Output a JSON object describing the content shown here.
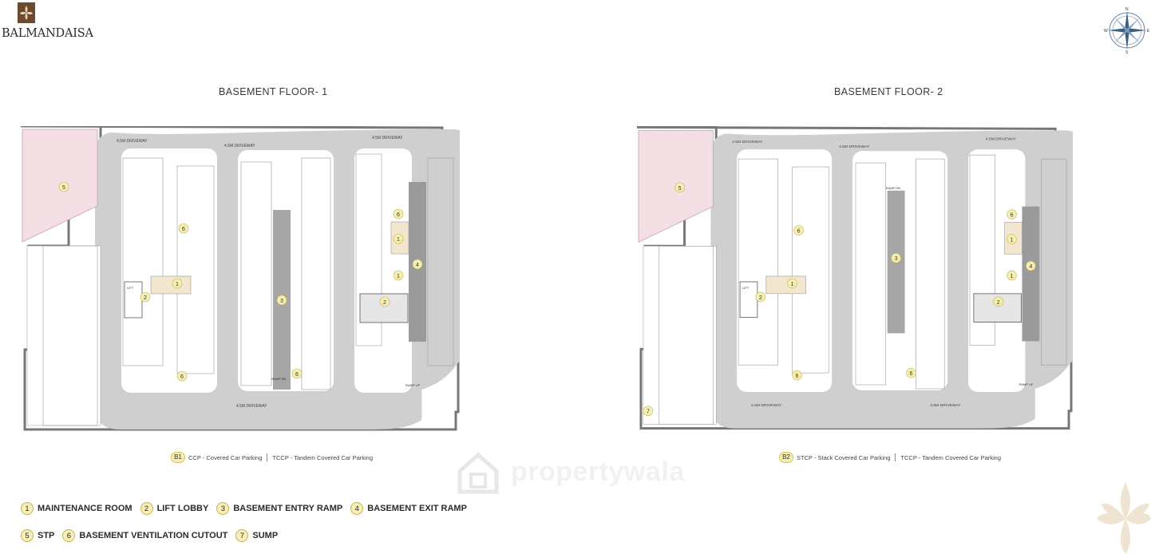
{
  "brand": {
    "name": "BALMANDAISA"
  },
  "compass": {
    "n": "N",
    "e": "E",
    "s": "S",
    "w": "W"
  },
  "floors": [
    {
      "title": "BASEMENT FLOOR- 1",
      "tag": "B1",
      "legend_a": "CCP - Covered Car Parking",
      "legend_b": "TCCP - Tandem Covered Car Parking",
      "driveway_label": "4.5M DRIVEWAY",
      "ramp_down": "RAMP DN",
      "ramp_up": "RAMP UP",
      "lift": "LIFT"
    },
    {
      "title": "BASEMENT FLOOR- 2",
      "tag": "B2",
      "legend_a": "STCP - Stack Covered Car Parking",
      "legend_b": "TCCP - Tandem Covered Car Parking",
      "driveway_label": "4.5M DRIVEWAY",
      "ramp_down": "RAMP DN",
      "ramp_up": "RAMP UP",
      "lift": "LIFT"
    }
  ],
  "markers": {
    "m1": "1",
    "m2": "2",
    "m3": "3",
    "m4": "4",
    "m5": "5",
    "m6": "6",
    "m7": "7"
  },
  "key": [
    {
      "num": "1",
      "label": "MAINTENANCE ROOM"
    },
    {
      "num": "2",
      "label": "LIFT LOBBY"
    },
    {
      "num": "3",
      "label": "BASEMENT ENTRY RAMP"
    },
    {
      "num": "4",
      "label": "BASEMENT EXIT RAMP"
    },
    {
      "num": "5",
      "label": "STP"
    },
    {
      "num": "6",
      "label": "BASEMENT VENTILATION CUTOUT"
    },
    {
      "num": "7",
      "label": "SUMP"
    }
  ],
  "watermark": {
    "text": "propertywala"
  },
  "colors": {
    "driveway": "#cfcfcf",
    "stp": "#f4dfe5",
    "marker": "#f5eeb0",
    "ramp": "#9a9a9a",
    "room": "#f3e6cf"
  }
}
